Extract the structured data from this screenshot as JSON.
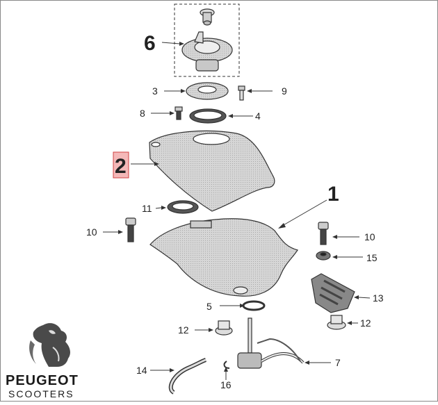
{
  "callouts": [
    {
      "id": "c1",
      "label": "1",
      "emph": "big"
    },
    {
      "id": "c2",
      "label": "2",
      "emph": "highlight"
    },
    {
      "id": "c3",
      "label": "3"
    },
    {
      "id": "c4",
      "label": "4"
    },
    {
      "id": "c5",
      "label": "5"
    },
    {
      "id": "c6",
      "label": "6",
      "emph": "big"
    },
    {
      "id": "c7",
      "label": "7"
    },
    {
      "id": "c8",
      "label": "8"
    },
    {
      "id": "c9",
      "label": "9"
    },
    {
      "id": "c10a",
      "label": "10"
    },
    {
      "id": "c10b",
      "label": "10"
    },
    {
      "id": "c11",
      "label": "11"
    },
    {
      "id": "c12a",
      "label": "12"
    },
    {
      "id": "c12b",
      "label": "12"
    },
    {
      "id": "c13",
      "label": "13"
    },
    {
      "id": "c14",
      "label": "14"
    },
    {
      "id": "c15",
      "label": "15"
    },
    {
      "id": "c16",
      "label": "16"
    }
  ],
  "brand": {
    "name": "PEUGEOT",
    "sub": "SCOOTERS",
    "logo_icon": "lion-logo-icon"
  },
  "colors": {
    "highlight_fill": "#f4b8b8",
    "highlight_stroke": "#d04040",
    "part_fill": "#d9d9d9",
    "line": "#333333"
  }
}
